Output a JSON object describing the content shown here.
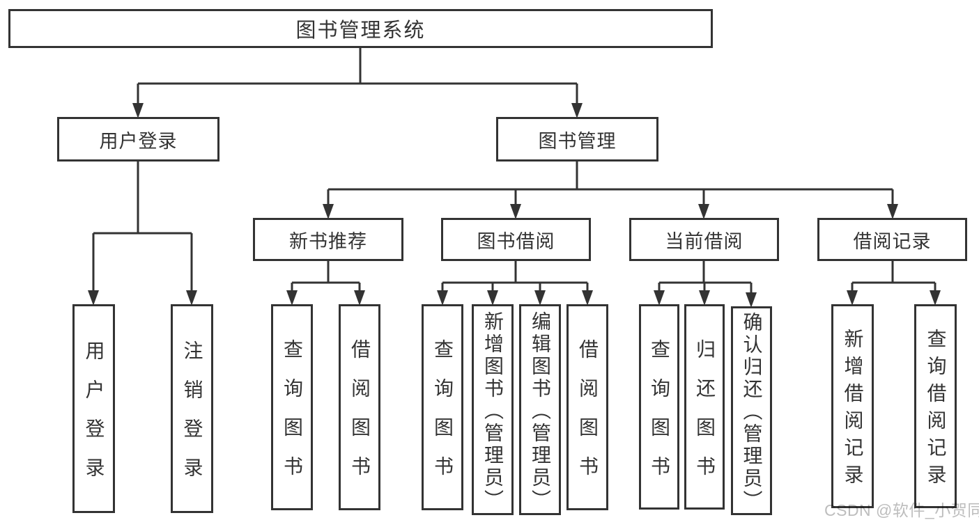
{
  "colors": {
    "line": "#333333",
    "box_border": "#333333",
    "text": "#333333",
    "background": "#ffffff",
    "watermark": "#bdbdbd"
  },
  "nodes": {
    "root": "图书管理系统",
    "user_login": "用户登录",
    "book_management": "图书管理",
    "new_book_recommendation": "新书推荐",
    "book_borrowing": "图书借阅",
    "current_borrowing": "当前借阅",
    "borrowing_records": "借阅记录",
    "leaf_user_login": "用户登录",
    "leaf_logout": "注销登录",
    "leaf_recommend_query_books": "查询图书",
    "leaf_recommend_borrow_books": "借阅图书",
    "leaf_borrow_query_books": "查询图书",
    "leaf_borrow_add_books_admin": "新增图书（管理员）",
    "leaf_borrow_edit_books_admin": "编辑图书（管理员）",
    "leaf_borrow_borrow_books": "借阅图书",
    "leaf_current_query_books": "查询图书",
    "leaf_current_return_books": "归还图书",
    "leaf_current_confirm_return_admin": "确认归还（管理员）",
    "leaf_records_add_record": "新增借阅记录",
    "leaf_records_query_record": "查询借阅记录"
  },
  "watermark": {
    "text": "CSDN @软件_小贺同学"
  }
}
